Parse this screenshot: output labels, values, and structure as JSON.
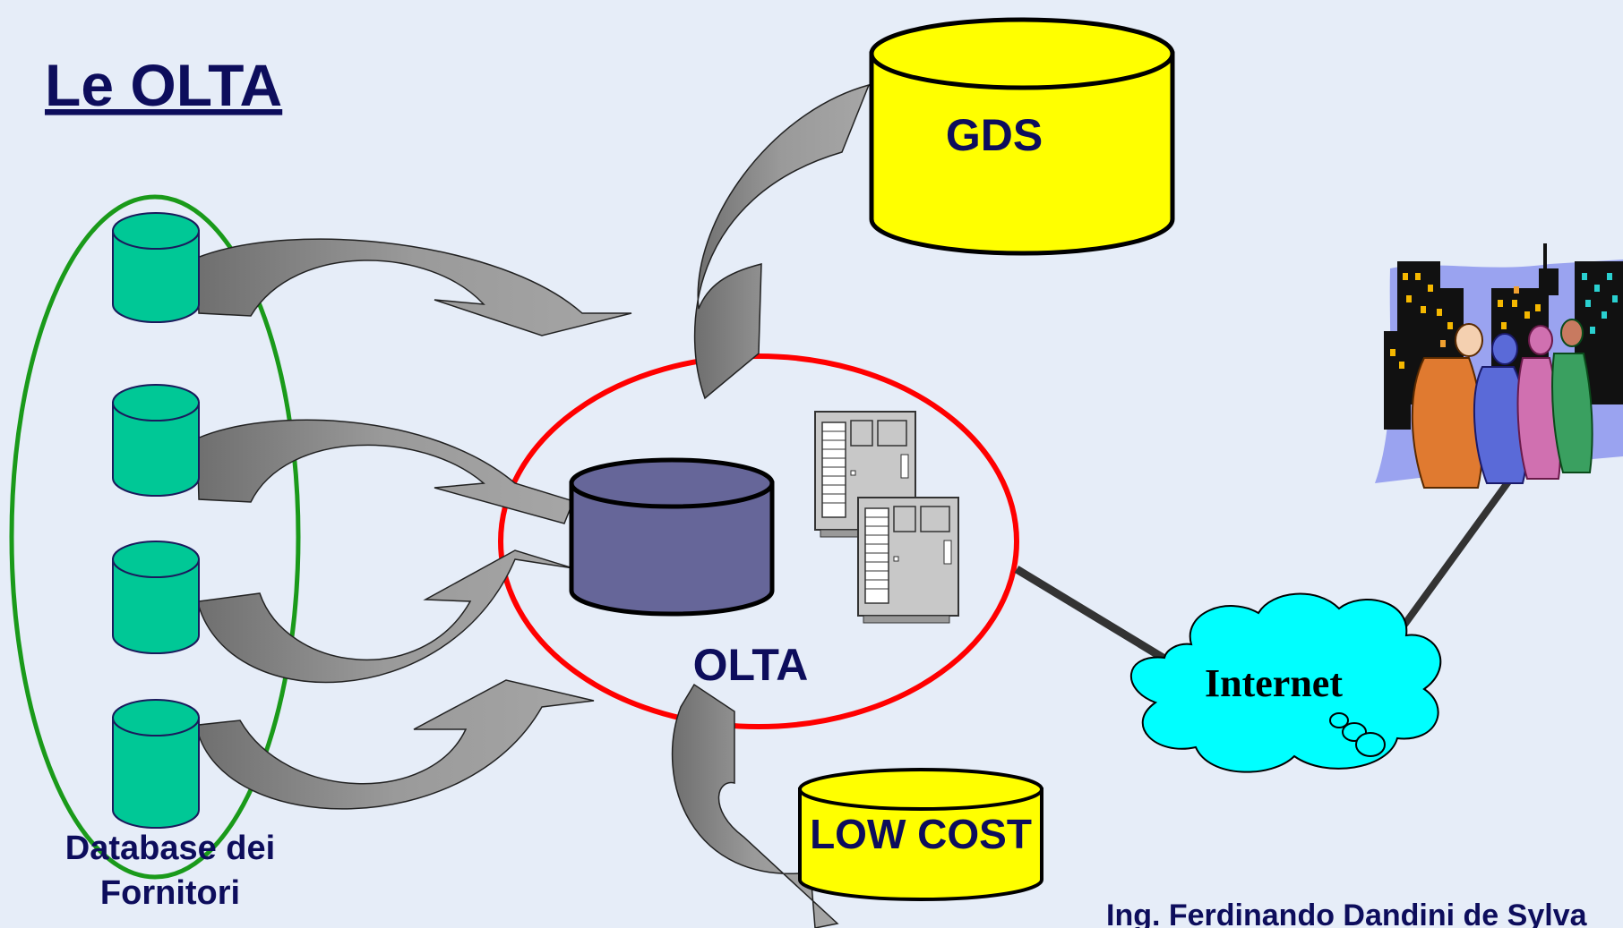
{
  "slide": {
    "title": "Le OLTA",
    "author": "Ing. Ferdinando Dandini de Sylva"
  },
  "nodes": {
    "gds": "GDS",
    "olta": "OLTA",
    "low_cost": "LOW COST",
    "internet": "Internet",
    "suppliers_line1": "Database dei",
    "suppliers_line2": "Fornitori"
  },
  "colors": {
    "background": "#e6edf8",
    "text": "#0d0d5c",
    "supplier_db": "#00c896",
    "olta_db": "#666699",
    "gds_db": "#ffff00",
    "olta_ring": "#ff0000",
    "suppliers_ring": "#1a9a1a",
    "cloud": "#00ffff",
    "arrow": "#8c8c8c"
  },
  "icons": [
    "server-icon",
    "people-city-clipart-icon",
    "cloud-icon"
  ]
}
